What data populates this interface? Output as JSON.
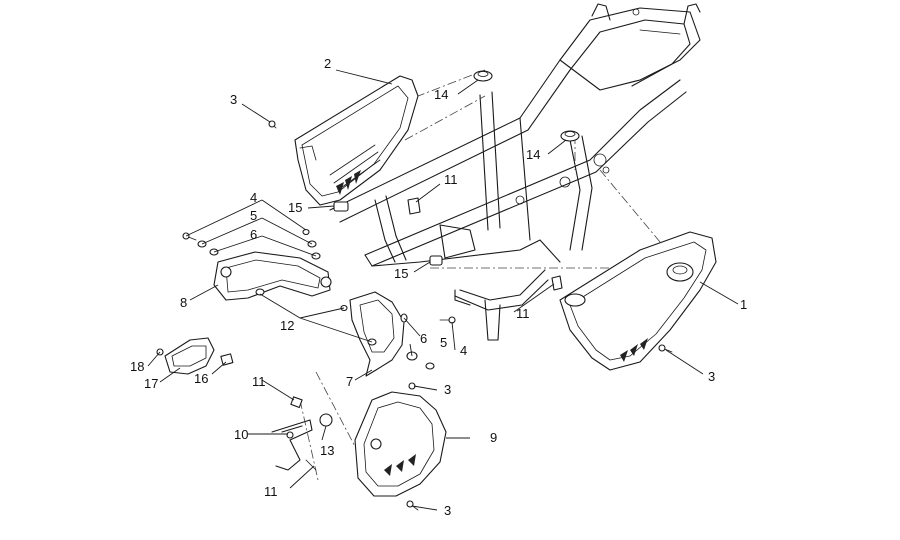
{
  "diagram": {
    "callouts": [
      {
        "id": "c1",
        "text": "1"
      },
      {
        "id": "c2",
        "text": "2"
      },
      {
        "id": "c3a",
        "text": "3"
      },
      {
        "id": "c3b",
        "text": "3"
      },
      {
        "id": "c3c",
        "text": "3"
      },
      {
        "id": "c3d",
        "text": "3"
      },
      {
        "id": "c4a",
        "text": "4"
      },
      {
        "id": "c4b",
        "text": "4"
      },
      {
        "id": "c5a",
        "text": "5"
      },
      {
        "id": "c5b",
        "text": "5"
      },
      {
        "id": "c6a",
        "text": "6"
      },
      {
        "id": "c6b",
        "text": "6"
      },
      {
        "id": "c7",
        "text": "7"
      },
      {
        "id": "c8",
        "text": "8"
      },
      {
        "id": "c9",
        "text": "9"
      },
      {
        "id": "c10",
        "text": "10"
      },
      {
        "id": "c11a",
        "text": "11"
      },
      {
        "id": "c11b",
        "text": "11"
      },
      {
        "id": "c11c",
        "text": "11"
      },
      {
        "id": "c11d",
        "text": "11"
      },
      {
        "id": "c12",
        "text": "12"
      },
      {
        "id": "c13",
        "text": "13"
      },
      {
        "id": "c14a",
        "text": "14"
      },
      {
        "id": "c14b",
        "text": "14"
      },
      {
        "id": "c15a",
        "text": "15"
      },
      {
        "id": "c15b",
        "text": "15"
      },
      {
        "id": "c16",
        "text": "16"
      },
      {
        "id": "c17",
        "text": "17"
      },
      {
        "id": "c18",
        "text": "18"
      }
    ]
  }
}
